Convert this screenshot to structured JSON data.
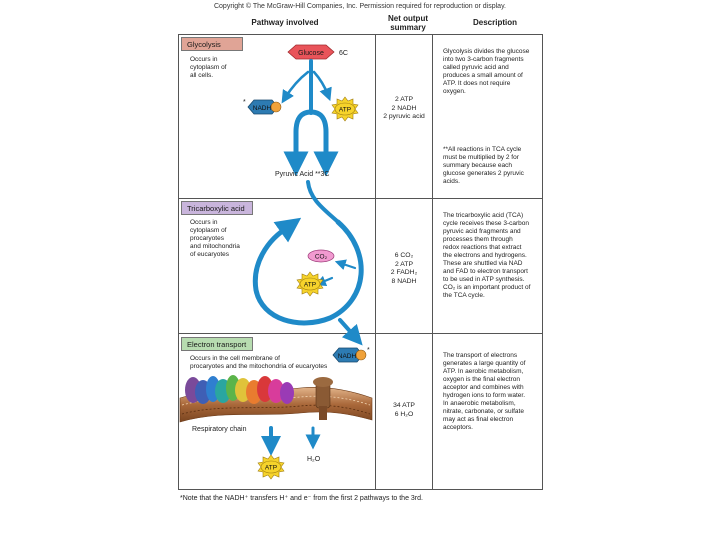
{
  "copyright": "Copyright © The McGraw-Hill Companies, Inc. Permission required for reproduction or display.",
  "headers": {
    "pathway": "Pathway involved",
    "net_line1": "Net output",
    "net_line2": "summary",
    "description": "Description"
  },
  "sections": {
    "glycolysis": {
      "label": "Glycolysis",
      "location": "Occurs in\ncytoplasm of\nall cells.",
      "net": "2 ATP\n2 NADH\n2 pyruvic acid",
      "description": "Glycolysis divides the glucose\ninto two 3-carbon fragments\ncalled pyruvic acid and\nproduces a small amount of\nATP. It does not require\noxygen.",
      "note": "**All reactions in TCA cycle\nmust be multiplied by 2 for\nsummary because each\nglucose generates 2 pyruvic\nacids.",
      "glucose": "Glucose",
      "six_c": "6C",
      "nadh": "NADH",
      "atp": "ATP",
      "pyruvic": "Pyruvic Acid **3C",
      "asterisk": "*"
    },
    "tca": {
      "label": "Tricarboxylic acid",
      "location": "Occurs in\ncytoplasm of\nprocaryotes\nand mitochondria\nof eucaryotes",
      "net": "6 CO₂\n2 ATP\n2 FADH₂\n8 NADH",
      "description": "The tricarboxylic acid (TCA)\ncycle receives these 3-carbon\npyruvic acid fragments and\nprocesses them through\nredox reactions that extract\nthe electrons and hydrogens.\nThese are shuttled via NAD\nand FAD to electron transport\nto be used in ATP synthesis.\nCO₂ is an important product of\nthe TCA cycle.",
      "co2": "CO₂",
      "atp": "ATP"
    },
    "electron_transport": {
      "label": "Electron transport",
      "location": "Occurs in the cell membrane of\nprocaryotes and the mitochondria of eucaryotes",
      "net": "34 ATP\n6 H₂O",
      "description": "The transport of electrons\ngenerates a large quantity of\nATP. In aerobic metabolism,\noxygen is the final electron\nacceptor and combines with\nhydrogen ions to form water.\nIn anaerobic metabolism,\nnitrate, carbonate, or sulfate\nmay act as final electron\nacceptors.",
      "nadh": "NADH",
      "chain": "Respiratory chain",
      "atp": "ATP",
      "water": "H₂O",
      "asterisk": "*"
    }
  },
  "footnote": "*Note that the NADH⁺ transfers H⁺ and e⁻ from the first 2 pathways to the 3rd.",
  "colors": {
    "arrow": "#1f8ac8",
    "glycolysis_label": "#e0a496",
    "tca_label": "#c9b5dc",
    "et_label": "#b7dcb0",
    "glucose": "#e9545a",
    "nadh": "#2d7bb2",
    "atp": "#f6d32b",
    "co2": "#f19ad0"
  }
}
